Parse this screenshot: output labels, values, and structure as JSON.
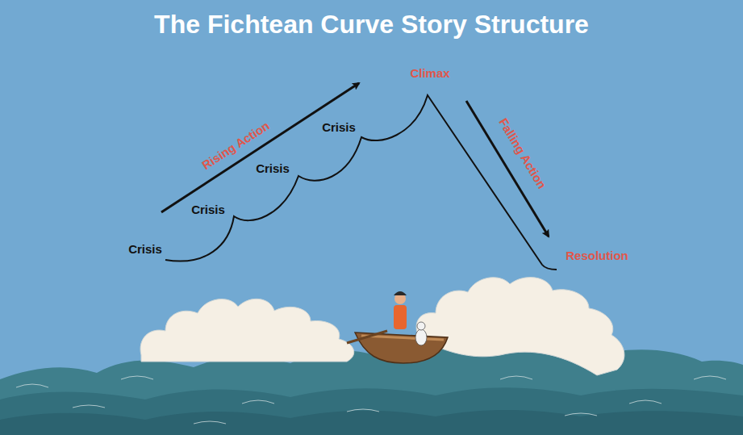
{
  "diagram": {
    "title": "The Fichtean Curve Story Structure",
    "labels": [
      "Rising Action",
      "Crisis",
      "Crisis",
      "Crisis",
      "Crisis",
      "Climax",
      "Falling Action",
      "Resolution"
    ]
  }
}
